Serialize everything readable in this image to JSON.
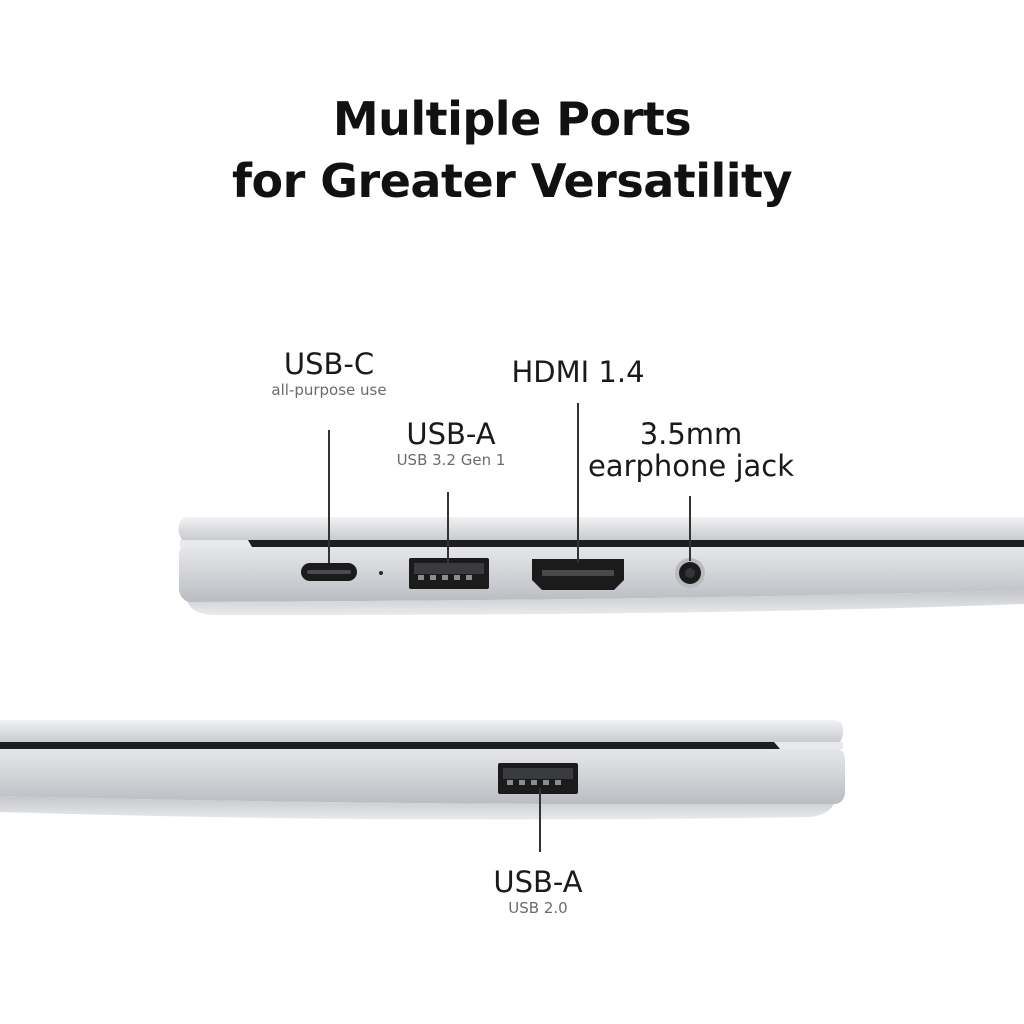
{
  "headline": {
    "line1": "Multiple Ports",
    "line2": "for Greater Versatility"
  },
  "ports_left_side": [
    {
      "name": "USB-C",
      "note": "all-purpose use"
    },
    {
      "name": "USB-A",
      "note": "USB 3.2 Gen 1"
    },
    {
      "name": "HDMI 1.4",
      "note": ""
    },
    {
      "name": "3.5mm",
      "note": "earphone jack"
    }
  ],
  "ports_right_side": [
    {
      "name": "USB-A",
      "note": "USB 2.0"
    }
  ],
  "colors": {
    "background": "#ffffff",
    "laptop_body": "#d4d6da",
    "laptop_highlight": "#eef0f2",
    "port_dark": "#1b1b1c",
    "headline": "#111111",
    "label": "#1a1a1a",
    "note": "#6b6b6b"
  }
}
